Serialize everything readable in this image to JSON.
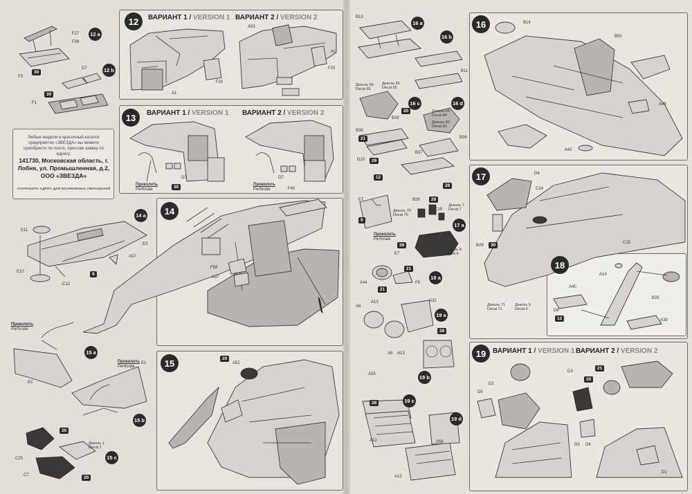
{
  "steps": {
    "s12": {
      "num": "12",
      "v1_ru": "ВАРИАНТ 1",
      "v1_en": "VERSION 1",
      "v2_ru": "ВАРИАНТ 2",
      "v2_en": "VERSION 2"
    },
    "s13": {
      "num": "13",
      "v1_ru": "ВАРИАНТ 1",
      "v1_en": "VERSION 1",
      "v2_ru": "ВАРИАНТ 2",
      "v2_en": "VERSION 2"
    },
    "s14": {
      "num": "14"
    },
    "s15": {
      "num": "15"
    },
    "s16": {
      "num": "16"
    },
    "s17": {
      "num": "17"
    },
    "s18": {
      "num": "18"
    },
    "s19": {
      "num": "19",
      "v1_ru": "ВАРИАНТ 1",
      "v1_en": "VERSION 1",
      "v2_ru": "ВАРИАНТ 2",
      "v2_en": "VERSION 2"
    }
  },
  "sep": "/",
  "notice": {
    "line1": "Любые модели и красочный каталог предприятия «ЗВЕЗДА» вы можете приобрести по почте, прислав заявку по адресу:",
    "line2": "141730, Московская область, г. Лобня, ул. Промышленная, д.2, ООО «ЗВЕЗДА»",
    "line3": "СОХРАНИТЕ АДРЕС ДЛЯ ВОЗМОЖНЫХ ОБРАЩЕНИЙ"
  },
  "perforate": {
    "ru": "Проколоть",
    "en": "Perforate"
  },
  "sub_badges": [
    "12 a",
    "12 b",
    "14 a",
    "15 a",
    "15 b",
    "15 c",
    "16 a",
    "16 b",
    "16 c",
    "16 d",
    "17 a",
    "18 a",
    "19 a",
    "19 b",
    "19 c",
    "19 d"
  ],
  "parts": [
    "F27",
    "F39",
    "F3",
    "D7",
    "F1",
    "A53",
    "A1",
    "F20",
    "F40",
    "E11",
    "E3",
    "A57",
    "E10",
    "C12",
    "F58",
    "A37",
    "E2",
    "E1",
    "A52",
    "C25",
    "C7",
    "B13",
    "B11",
    "B38",
    "B39",
    "D10",
    "B37",
    "B36",
    "B26",
    "C18",
    "E7",
    "A44",
    "F5",
    "A8",
    "A13",
    "A32",
    "A55",
    "A12",
    "A56",
    "B14",
    "B50",
    "A43",
    "A42",
    "D4",
    "C14",
    "C15",
    "B29",
    "A19",
    "A40",
    "D8",
    "B28",
    "A39",
    "D2",
    "D5",
    "D3",
    "D1",
    "D6"
  ],
  "decals": {
    "d1": {
      "ru": "Деколь 1",
      "en": "Decal 1"
    },
    "d63": {
      "ru": "Деколь 63",
      "en": "Decal 63"
    },
    "d64": {
      "ru": "Деколь 64",
      "en": "Decal 64"
    },
    "d65": {
      "ru": "Деколь 65",
      "en": "Decal 65"
    },
    "d66": {
      "ru": "Деколь 66",
      "en": "Decal 66"
    },
    "d7": {
      "ru": "Деколь 7",
      "en": "Decal 7"
    },
    "d8": {
      "ru": "Деколь 8",
      "en": "Decal 8"
    },
    "d9": {
      "ru": "Деколь 9",
      "en": "Decal 9"
    },
    "d70": {
      "ru": "Деколь 70",
      "en": "Decal 70"
    },
    "d71": {
      "ru": "Деколь 71",
      "en": "Decal 71"
    }
  },
  "paint_codes": [
    "30",
    "30",
    "30",
    "20",
    "20",
    "20",
    "21",
    "28",
    "28",
    "28",
    "28",
    "21",
    "21",
    "28",
    "30",
    "20",
    "20",
    "12",
    "9",
    "9",
    "28",
    "21",
    "12"
  ]
}
